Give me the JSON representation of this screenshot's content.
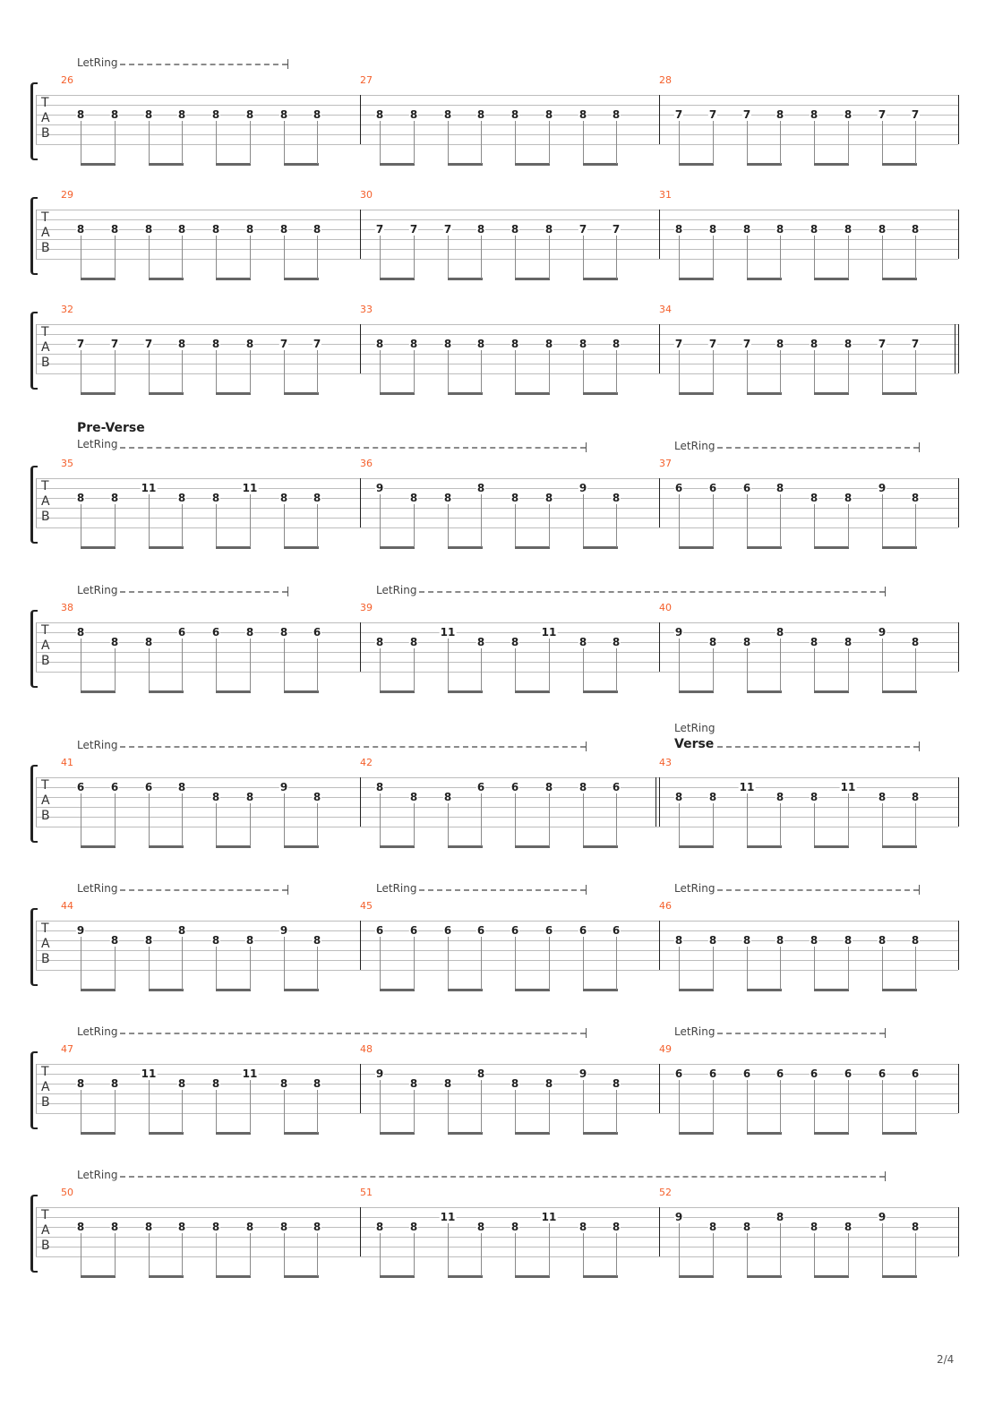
{
  "page_number": "2/4",
  "clef": [
    "T",
    "A",
    "B"
  ],
  "letring_label": "LetRing",
  "systems": [
    {
      "letrings": [
        {
          "label": "LetRing"
        }
      ],
      "measures": [
        {
          "number": "26",
          "notes": [
            [
              "8",
              3
            ],
            [
              "8",
              3
            ],
            [
              "8",
              3
            ],
            [
              "8",
              3
            ],
            [
              "8",
              3
            ],
            [
              "8",
              3
            ],
            [
              "8",
              3
            ],
            [
              "8",
              3
            ]
          ]
        },
        {
          "number": "27",
          "notes": [
            [
              "8",
              3
            ],
            [
              "8",
              3
            ],
            [
              "8",
              3
            ],
            [
              "8",
              3
            ],
            [
              "8",
              3
            ],
            [
              "8",
              3
            ],
            [
              "8",
              3
            ],
            [
              "8",
              3
            ]
          ]
        },
        {
          "number": "28",
          "notes": [
            [
              "7",
              3
            ],
            [
              "7",
              3
            ],
            [
              "7",
              3
            ],
            [
              "8",
              3
            ],
            [
              "8",
              3
            ],
            [
              "8",
              3
            ],
            [
              "7",
              3
            ],
            [
              "7",
              3
            ]
          ]
        }
      ]
    },
    {
      "letrings": [],
      "measures": [
        {
          "number": "29",
          "notes": [
            [
              "8",
              3
            ],
            [
              "8",
              3
            ],
            [
              "8",
              3
            ],
            [
              "8",
              3
            ],
            [
              "8",
              3
            ],
            [
              "8",
              3
            ],
            [
              "8",
              3
            ],
            [
              "8",
              3
            ]
          ]
        },
        {
          "number": "30",
          "notes": [
            [
              "7",
              3
            ],
            [
              "7",
              3
            ],
            [
              "7",
              3
            ],
            [
              "8",
              3
            ],
            [
              "8",
              3
            ],
            [
              "8",
              3
            ],
            [
              "7",
              3
            ],
            [
              "7",
              3
            ]
          ]
        },
        {
          "number": "31",
          "notes": [
            [
              "8",
              3
            ],
            [
              "8",
              3
            ],
            [
              "8",
              3
            ],
            [
              "8",
              3
            ],
            [
              "8",
              3
            ],
            [
              "8",
              3
            ],
            [
              "8",
              3
            ],
            [
              "8",
              3
            ]
          ]
        }
      ]
    },
    {
      "letrings": [],
      "end_bar": "double",
      "measures": [
        {
          "number": "32",
          "notes": [
            [
              "7",
              3
            ],
            [
              "7",
              3
            ],
            [
              "7",
              3
            ],
            [
              "8",
              3
            ],
            [
              "8",
              3
            ],
            [
              "8",
              3
            ],
            [
              "7",
              3
            ],
            [
              "7",
              3
            ]
          ]
        },
        {
          "number": "33",
          "notes": [
            [
              "8",
              3
            ],
            [
              "8",
              3
            ],
            [
              "8",
              3
            ],
            [
              "8",
              3
            ],
            [
              "8",
              3
            ],
            [
              "8",
              3
            ],
            [
              "8",
              3
            ],
            [
              "8",
              3
            ]
          ]
        },
        {
          "number": "34",
          "notes": [
            [
              "7",
              3
            ],
            [
              "7",
              3
            ],
            [
              "7",
              3
            ],
            [
              "8",
              3
            ],
            [
              "8",
              3
            ],
            [
              "8",
              3
            ],
            [
              "7",
              3
            ],
            [
              "7",
              3
            ]
          ]
        }
      ]
    },
    {
      "letrings": [
        {
          "label": "LetRing",
          "section": "Pre-Verse"
        },
        {
          "label": "LetRing"
        }
      ],
      "measures": [
        {
          "number": "35",
          "notes": [
            [
              "8",
              3
            ],
            [
              "8",
              3
            ],
            [
              "11",
              2
            ],
            [
              "8",
              3
            ],
            [
              "8",
              3
            ],
            [
              "11",
              2
            ],
            [
              "8",
              3
            ],
            [
              "8",
              3
            ]
          ]
        },
        {
          "number": "36",
          "notes": [
            [
              "9",
              2
            ],
            [
              "8",
              3
            ],
            [
              "8",
              3
            ],
            [
              "8",
              2
            ],
            [
              "8",
              3
            ],
            [
              "8",
              3
            ],
            [
              "9",
              2
            ],
            [
              "8",
              3
            ]
          ]
        },
        {
          "number": "37",
          "notes": [
            [
              "6",
              2
            ],
            [
              "6",
              2
            ],
            [
              "6",
              2
            ],
            [
              "8",
              2
            ],
            [
              "8",
              3
            ],
            [
              "8",
              3
            ],
            [
              "9",
              2
            ],
            [
              "8",
              3
            ]
          ]
        }
      ]
    },
    {
      "letrings": [
        {
          "label": "LetRing"
        },
        {
          "label": "LetRing"
        }
      ],
      "measures": [
        {
          "number": "38",
          "notes": [
            [
              "8",
              2
            ],
            [
              "8",
              3
            ],
            [
              "8",
              3
            ],
            [
              "6",
              2
            ],
            [
              "6",
              2
            ],
            [
              "8",
              2
            ],
            [
              "8",
              2
            ],
            [
              "6",
              2
            ]
          ]
        },
        {
          "number": "39",
          "notes": [
            [
              "8",
              3
            ],
            [
              "8",
              3
            ],
            [
              "11",
              2
            ],
            [
              "8",
              3
            ],
            [
              "8",
              3
            ],
            [
              "11",
              2
            ],
            [
              "8",
              3
            ],
            [
              "8",
              3
            ]
          ]
        },
        {
          "number": "40",
          "notes": [
            [
              "9",
              2
            ],
            [
              "8",
              3
            ],
            [
              "8",
              3
            ],
            [
              "8",
              2
            ],
            [
              "8",
              3
            ],
            [
              "8",
              3
            ],
            [
              "9",
              2
            ],
            [
              "8",
              3
            ]
          ]
        }
      ]
    },
    {
      "letrings": [
        {
          "label": "LetRing"
        },
        {
          "label": "LetRing",
          "section": "Verse"
        }
      ],
      "measures": [
        {
          "number": "41",
          "notes": [
            [
              "6",
              2
            ],
            [
              "6",
              2
            ],
            [
              "6",
              2
            ],
            [
              "8",
              2
            ],
            [
              "8",
              3
            ],
            [
              "8",
              3
            ],
            [
              "9",
              2
            ],
            [
              "8",
              3
            ]
          ]
        },
        {
          "number": "42",
          "notes": [
            [
              "8",
              2
            ],
            [
              "8",
              3
            ],
            [
              "8",
              3
            ],
            [
              "6",
              2
            ],
            [
              "6",
              2
            ],
            [
              "8",
              2
            ],
            [
              "8",
              2
            ],
            [
              "6",
              2
            ]
          ]
        },
        {
          "number": "43",
          "bar_before": "double",
          "notes": [
            [
              "8",
              3
            ],
            [
              "8",
              3
            ],
            [
              "11",
              2
            ],
            [
              "8",
              3
            ],
            [
              "8",
              3
            ],
            [
              "11",
              2
            ],
            [
              "8",
              3
            ],
            [
              "8",
              3
            ]
          ]
        }
      ]
    },
    {
      "letrings": [
        {
          "label": "LetRing"
        },
        {
          "label": "LetRing"
        },
        {
          "label": "LetRing"
        }
      ],
      "measures": [
        {
          "number": "44",
          "notes": [
            [
              "9",
              2
            ],
            [
              "8",
              3
            ],
            [
              "8",
              3
            ],
            [
              "8",
              2
            ],
            [
              "8",
              3
            ],
            [
              "8",
              3
            ],
            [
              "9",
              2
            ],
            [
              "8",
              3
            ]
          ]
        },
        {
          "number": "45",
          "notes": [
            [
              "6",
              2
            ],
            [
              "6",
              2
            ],
            [
              "6",
              2
            ],
            [
              "6",
              2
            ],
            [
              "6",
              2
            ],
            [
              "6",
              2
            ],
            [
              "6",
              2
            ],
            [
              "6",
              2
            ]
          ]
        },
        {
          "number": "46",
          "notes": [
            [
              "8",
              3
            ],
            [
              "8",
              3
            ],
            [
              "8",
              3
            ],
            [
              "8",
              3
            ],
            [
              "8",
              3
            ],
            [
              "8",
              3
            ],
            [
              "8",
              3
            ],
            [
              "8",
              3
            ]
          ]
        }
      ]
    },
    {
      "letrings": [
        {
          "label": "LetRing"
        },
        {
          "label": "LetRing"
        }
      ],
      "measures": [
        {
          "number": "47",
          "notes": [
            [
              "8",
              3
            ],
            [
              "8",
              3
            ],
            [
              "11",
              2
            ],
            [
              "8",
              3
            ],
            [
              "8",
              3
            ],
            [
              "11",
              2
            ],
            [
              "8",
              3
            ],
            [
              "8",
              3
            ]
          ]
        },
        {
          "number": "48",
          "notes": [
            [
              "9",
              2
            ],
            [
              "8",
              3
            ],
            [
              "8",
              3
            ],
            [
              "8",
              2
            ],
            [
              "8",
              3
            ],
            [
              "8",
              3
            ],
            [
              "9",
              2
            ],
            [
              "8",
              3
            ]
          ]
        },
        {
          "number": "49",
          "notes": [
            [
              "6",
              2
            ],
            [
              "6",
              2
            ],
            [
              "6",
              2
            ],
            [
              "6",
              2
            ],
            [
              "6",
              2
            ],
            [
              "6",
              2
            ],
            [
              "6",
              2
            ],
            [
              "6",
              2
            ]
          ]
        }
      ]
    },
    {
      "letrings": [
        {
          "label": "LetRing"
        }
      ],
      "measures": [
        {
          "number": "50",
          "notes": [
            [
              "8",
              3
            ],
            [
              "8",
              3
            ],
            [
              "8",
              3
            ],
            [
              "8",
              3
            ],
            [
              "8",
              3
            ],
            [
              "8",
              3
            ],
            [
              "8",
              3
            ],
            [
              "8",
              3
            ]
          ]
        },
        {
          "number": "51",
          "notes": [
            [
              "8",
              3
            ],
            [
              "8",
              3
            ],
            [
              "11",
              2
            ],
            [
              "8",
              3
            ],
            [
              "8",
              3
            ],
            [
              "11",
              2
            ],
            [
              "8",
              3
            ],
            [
              "8",
              3
            ]
          ]
        },
        {
          "number": "52",
          "notes": [
            [
              "9",
              2
            ],
            [
              "8",
              3
            ],
            [
              "8",
              3
            ],
            [
              "8",
              2
            ],
            [
              "8",
              3
            ],
            [
              "8",
              3
            ],
            [
              "9",
              2
            ],
            [
              "8",
              3
            ]
          ]
        }
      ]
    }
  ]
}
